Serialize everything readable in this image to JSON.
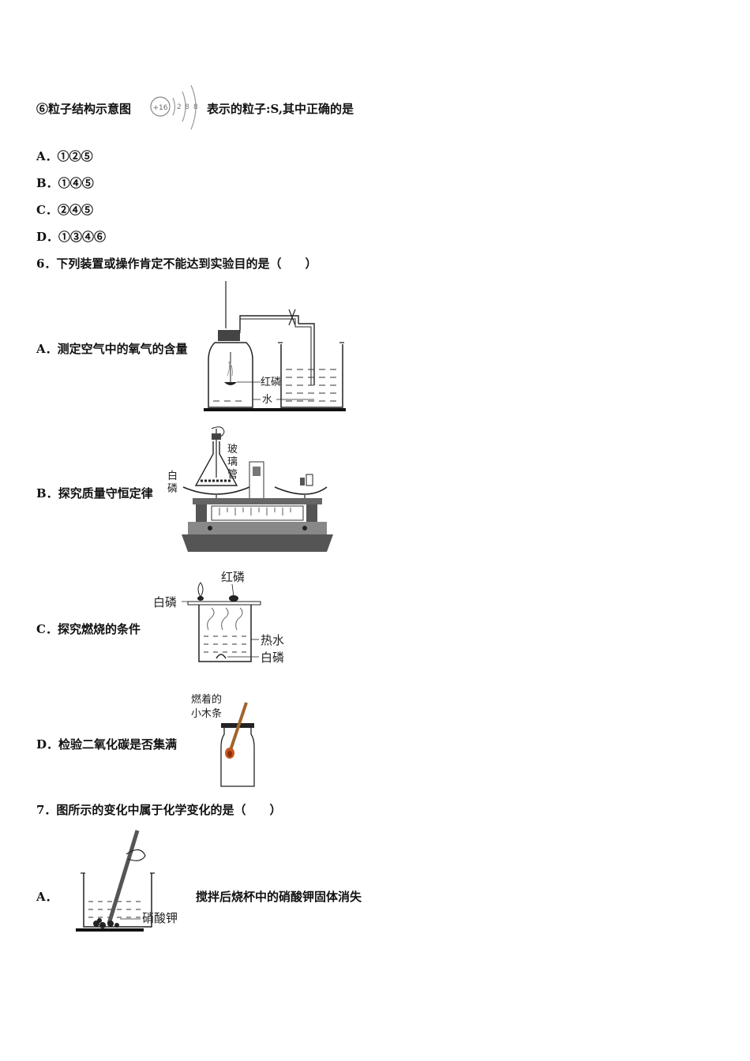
{
  "q5_tail": {
    "item6_prefix": "⑥粒子结构示意图",
    "item6_suffix": "表示的粒子:S,其中正确的是",
    "atom_nucleus": "+16",
    "atom_shells": [
      "2",
      "8",
      "8"
    ],
    "options": [
      {
        "letter": "A．",
        "text": "①②⑤"
      },
      {
        "letter": "B．",
        "text": "①④⑤"
      },
      {
        "letter": "C．",
        "text": "②④⑤"
      },
      {
        "letter": "D．",
        "text": "①③④⑥"
      }
    ]
  },
  "q6": {
    "stem": "6．下列装置或操作肯定不能达到实验目的是（　　）",
    "options": [
      {
        "letter": "A．",
        "text": "测定空气中的氧气的含量",
        "labels": [
          "红磷",
          "水"
        ]
      },
      {
        "letter": "B．",
        "text": "探究质量守恒定律",
        "labels": [
          "玻",
          "璃",
          "管",
          "白",
          "磷"
        ]
      },
      {
        "letter": "C．",
        "text": "探究燃烧的条件",
        "labels": [
          "红磷",
          "白磷",
          "热水",
          "白磷"
        ]
      },
      {
        "letter": "D．",
        "text": "检验二氧化碳是否集满",
        "labels": [
          "燃着的",
          "小木条"
        ]
      }
    ]
  },
  "q7": {
    "stem": "7．图所示的变化中属于化学变化的是（　　）",
    "options": [
      {
        "letter": "A．",
        "text": "搅拌后烧杯中的硝酸钾固体消失",
        "labels": [
          "硝酸钾"
        ]
      }
    ]
  }
}
